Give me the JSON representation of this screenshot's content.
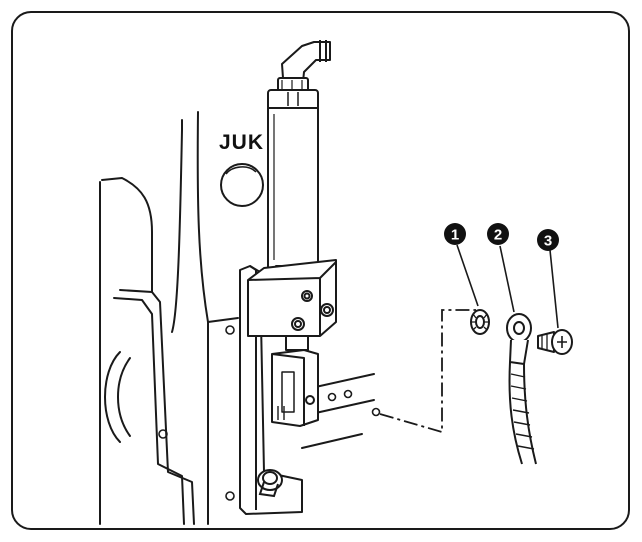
{
  "diagram": {
    "brand_text": "JUK",
    "callouts": [
      {
        "number": "1",
        "part": "washer"
      },
      {
        "number": "2",
        "part": "ring-terminal-ground-wire"
      },
      {
        "number": "3",
        "part": "screw"
      }
    ],
    "colors": {
      "line": "#1a1a1a",
      "background": "#ffffff",
      "callout_fill": "#111111"
    }
  }
}
